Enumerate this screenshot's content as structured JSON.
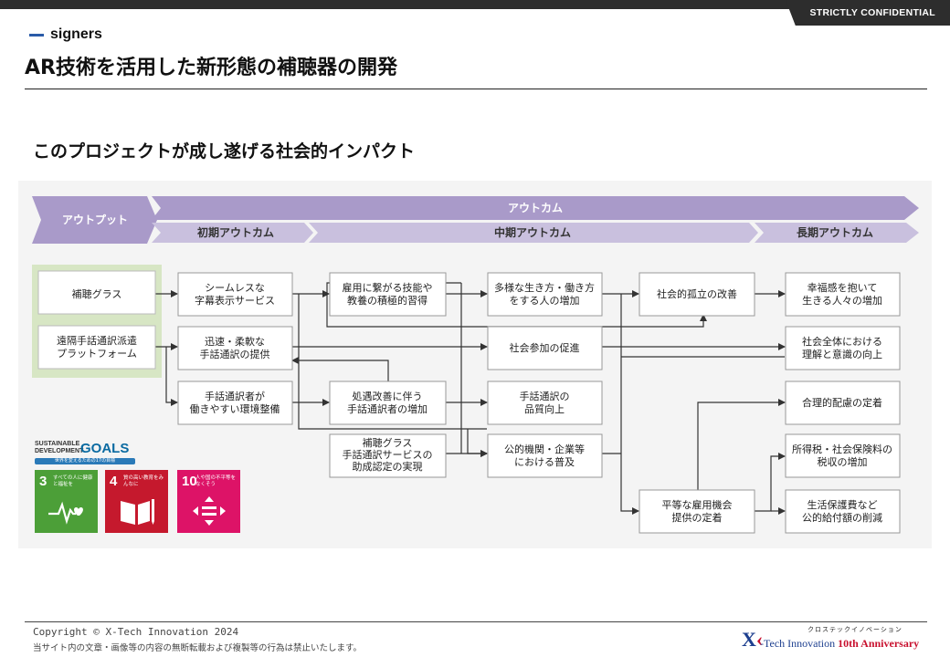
{
  "header": {
    "confidential": "STRICTLY CONFIDENTIAL",
    "brand": "signers",
    "title": "AR技術を活用した新形態の補聴器の開発"
  },
  "section_title": "このプロジェクトが成し遂げる社会的インパクト",
  "banners": {
    "output": "アウトプット",
    "outcome": "アウトカム",
    "initial": "初期アウトカム",
    "mid": "中期アウトカム",
    "long": "長期アウトカム"
  },
  "nodes": {
    "o1": [
      "補聴グラス"
    ],
    "o2": [
      "遠隔手話通訳派遣",
      "プラットフォーム"
    ],
    "i1": [
      "シームレスな",
      "字幕表示サービス"
    ],
    "i2": [
      "迅速・柔軟な",
      "手話通訳の提供"
    ],
    "i3": [
      "手話通訳者が",
      "働きやすい環境整備"
    ],
    "m1": [
      "雇用に繋がる技能や",
      "教養の積極的習得"
    ],
    "m2": [
      "処遇改善に伴う",
      "手話通訳者の増加"
    ],
    "m3": [
      "補聴グラス",
      "手話通訳サービスの",
      "助成認定の実現"
    ],
    "m4": [
      "多様な生き方・働き方",
      "をする人の増加"
    ],
    "m5": [
      "社会参加の促進"
    ],
    "m6": [
      "手話通訳の",
      "品質向上"
    ],
    "m7": [
      "公的機関・企業等",
      "における普及"
    ],
    "m8": [
      "社会的孤立の改善"
    ],
    "m9": [
      "平等な雇用機会",
      "提供の定着"
    ],
    "l1": [
      "幸福感を抱いて",
      "生きる人々の増加"
    ],
    "l2": [
      "社会全体における",
      "理解と意識の向上"
    ],
    "l3": [
      "合理的配慮の定着"
    ],
    "l4": [
      "所得税・社会保険料の",
      "税収の増加"
    ],
    "l5": [
      "生活保護費など",
      "公的給付額の削減"
    ]
  },
  "sdgs": {
    "logo_line1": "SUSTAINABLE",
    "logo_line2": "DEVELOPMENT",
    "logo_goals": "GOALS",
    "logo_strip": "世界を変えるための17の目標",
    "goals": [
      {
        "number": "3",
        "caption": "すべての人に健康と福祉を",
        "color": "#4c9f38"
      },
      {
        "number": "4",
        "caption": "質の高い教育をみんなに",
        "color": "#c5192d"
      },
      {
        "number": "10",
        "caption": "人や国の不平等をなくそう",
        "color": "#dd1367"
      }
    ]
  },
  "footer": {
    "copyright": "Copyright © X-Tech Innovation 2024",
    "notice": "当サイト内の文章・画像等の内容の無断転載および複製等の行為は禁止いたします。",
    "logo_kana": "クロステックイノベーション",
    "logo_main": "-Tech Innovation",
    "logo_ten": "10th Anniversary"
  },
  "colors": {
    "banner_dark": "#a99ac9",
    "banner_light": "#c9c0de",
    "output_group": "#d7e6c4",
    "arrow": "#333333"
  }
}
